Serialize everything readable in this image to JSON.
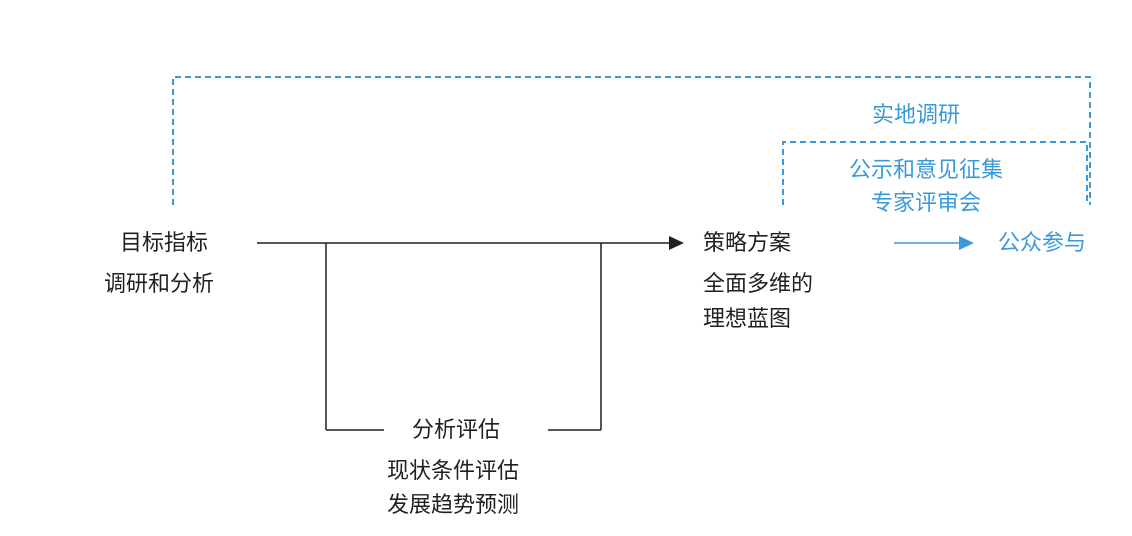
{
  "nodes": {
    "goal": {
      "title": "目标指标",
      "subtitle": "调研和分析"
    },
    "strategy": {
      "title": "策略方案",
      "line1": "全面多维的",
      "line2": "理想蓝图"
    },
    "analysis": {
      "title": "分析评估",
      "line1": "现状条件评估",
      "line2": "发展趋势预测"
    },
    "public": {
      "title": "公众参与"
    }
  },
  "feedback": {
    "outer_label": "实地调研",
    "inner_line1": "公示和意见征集",
    "inner_line2": "专家评审会"
  },
  "colors": {
    "text": "#231f20",
    "line": "#231f20",
    "accent_blue": "#3a9ad9"
  }
}
